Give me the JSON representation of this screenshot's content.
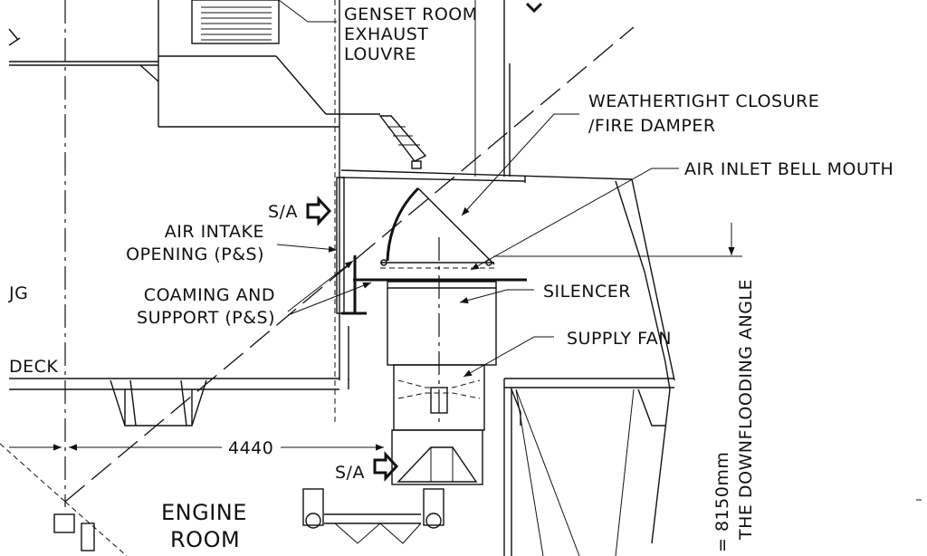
{
  "labels": {
    "genset_room_exhaust_louvre": [
      "GENSET ROOM",
      "EXHAUST",
      "LOUVRE"
    ],
    "weathertight_closure": [
      "WEATHERTIGHT CLOSURE",
      "/FIRE DAMPER"
    ],
    "air_inlet_bell_mouth": "AIR INLET BELL MOUTH",
    "sa_top": "S/A",
    "air_intake_opening": [
      "AIR INTAKE",
      "OPENING (P&S)"
    ],
    "coaming_and_support": [
      "COAMING AND",
      "SUPPORT (P&S)"
    ],
    "silencer": "SILENCER",
    "supply_fan": "SUPPLY FAN",
    "sa_bottom": "S/A",
    "engine_room": [
      "ENGINE",
      "ROOM"
    ],
    "dimension_4440": "4440",
    "downflooding_angle": "THE DOWNFLOODING ANGLE",
    "height_8150": "= 8150mm",
    "edge_jg": "JG",
    "edge_deck": "DECK"
  }
}
